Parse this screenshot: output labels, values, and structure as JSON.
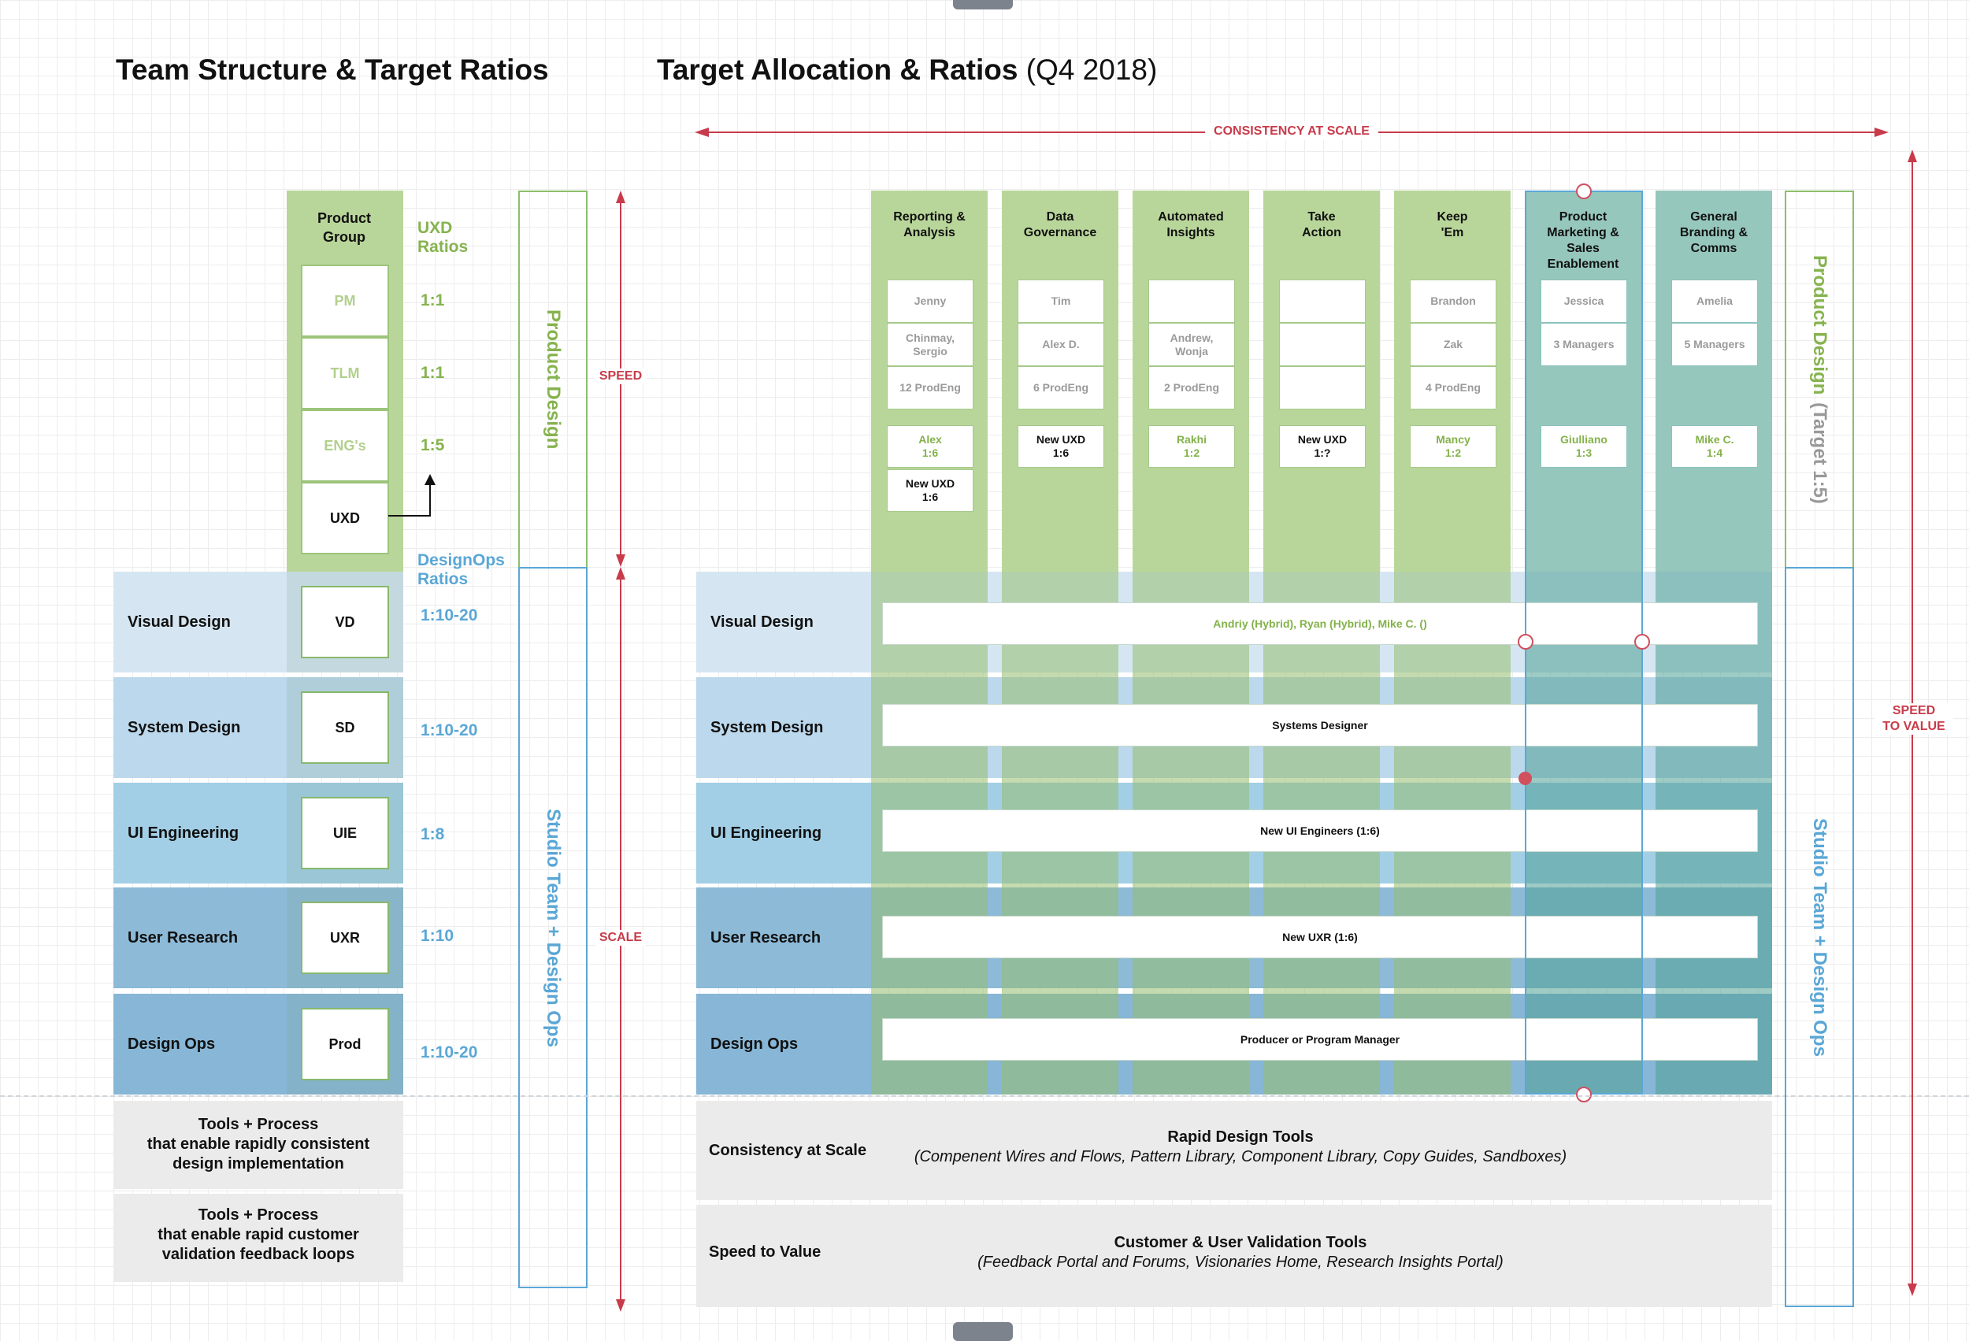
{
  "titles": {
    "left": "Team Structure & Target Ratios",
    "right_bold": "Target Allocation & Ratios",
    "right_light": "(Q4 2018)"
  },
  "left": {
    "product_group_header": "Product Group",
    "uxd_ratios_header": "UXD Ratios",
    "designops_ratios_header": "DesignOps Ratios",
    "roles": [
      {
        "label": "PM",
        "ratio": "1:1"
      },
      {
        "label": "TLM",
        "ratio": "1:1"
      },
      {
        "label": "ENG's",
        "ratio": "1:5"
      },
      {
        "label": "UXD",
        "ratio": ""
      }
    ],
    "studio_rows": [
      {
        "label": "Visual Design",
        "abbr": "VD",
        "ratio": "1:10-20",
        "color": "#d5e6f2"
      },
      {
        "label": "System Design",
        "abbr": "SD",
        "ratio": "1:10-20",
        "color": "#bcd8ec"
      },
      {
        "label": "UI Engineering",
        "abbr": "UIE",
        "ratio": "1:8",
        "color": "#a2cfe6"
      },
      {
        "label": "User Research",
        "abbr": "UXR",
        "ratio": "1:10",
        "color": "#8dbad7"
      },
      {
        "label": "Design Ops",
        "abbr": "Prod",
        "ratio": "1:10-20",
        "color": "#87b6d6"
      }
    ],
    "tools": [
      {
        "text": "Tools + Process\nthat enable rapidly consistent\ndesign implementation"
      },
      {
        "text": "Tools + Process\nthat enable rapid customer\nvalidation feedback loops"
      }
    ],
    "vertical_product_design": "Product Design",
    "vertical_studio": "Studio Team + Design Ops",
    "speed_label": "SPEED",
    "scale_label": "SCALE"
  },
  "right": {
    "consistency_label": "CONSISTENCY AT SCALE",
    "speed_to_value_label": "SPEED\nTO VALUE",
    "columns": [
      {
        "title": "Reporting &\nAnalysis",
        "cells": [
          "Jenny",
          "Chinmay,\nSergio",
          "12 ProdEng"
        ],
        "ratio": "Alex\n1:6",
        "extra": "New UXD\n1:6",
        "ratio_style": "green"
      },
      {
        "title": "Data\nGovernance",
        "cells": [
          "Tim",
          "Alex D.",
          "6 ProdEng"
        ],
        "ratio": "New UXD\n1:6",
        "ratio_style": "black"
      },
      {
        "title": "Automated\nInsights",
        "cells": [
          "",
          "Andrew,\nWonja",
          "2 ProdEng"
        ],
        "ratio": "Rakhi\n1:2",
        "ratio_style": "green"
      },
      {
        "title": "Take\nAction",
        "cells": [
          "",
          "",
          ""
        ],
        "ratio": "New UXD\n1:?",
        "ratio_style": "black"
      },
      {
        "title": "Keep\n'Em",
        "cells": [
          "Brandon",
          "Zak",
          "4 ProdEng"
        ],
        "ratio": "Mancy\n1:2",
        "ratio_style": "green"
      },
      {
        "title": "Product\nMarketing &\nSales\nEnablement",
        "cells": [
          "Jessica",
          "3 Managers"
        ],
        "ratio": "Giulliano\n1:3",
        "ratio_style": "green"
      },
      {
        "title": "General\nBranding &\nComms",
        "cells": [
          "Amelia",
          "5 Managers"
        ],
        "ratio": "Mike C.\n1:4",
        "ratio_style": "green"
      }
    ],
    "studio_rows": [
      {
        "label": "Visual Design",
        "bar": "Andriy (Hybrid), Ryan (Hybrid), Mike C. ()"
      },
      {
        "label": "System Design",
        "bar": "Systems Designer"
      },
      {
        "label": "UI Engineering",
        "bar": "New UI Engineers (1:6)"
      },
      {
        "label": "User Research",
        "bar": "New UXR  (1:6)"
      },
      {
        "label": "Design Ops",
        "bar": "Producer or Program Manager"
      }
    ],
    "tools": [
      {
        "label": "Consistency at Scale",
        "title": "Rapid Design Tools",
        "desc": "(Compenent Wires and Flows, Pattern Library, Component Library, Copy Guides, Sandboxes)"
      },
      {
        "label": "Speed to Value",
        "title": "Customer & User Validation Tools",
        "desc": "(Feedback Portal and Forums, Visionaries Home, Research Insights Portal)"
      }
    ],
    "vertical_product_design": "Product Design",
    "vertical_product_design_suffix": "(Target 1:5)",
    "vertical_studio": "Studio Team + Design Ops"
  },
  "colors": {
    "green_column": "#b9d69a",
    "teal_column": "#96c7bd",
    "red_arrow": "#c83b4a",
    "green_text": "#86b34f",
    "blue_text": "#5aa7d6"
  }
}
